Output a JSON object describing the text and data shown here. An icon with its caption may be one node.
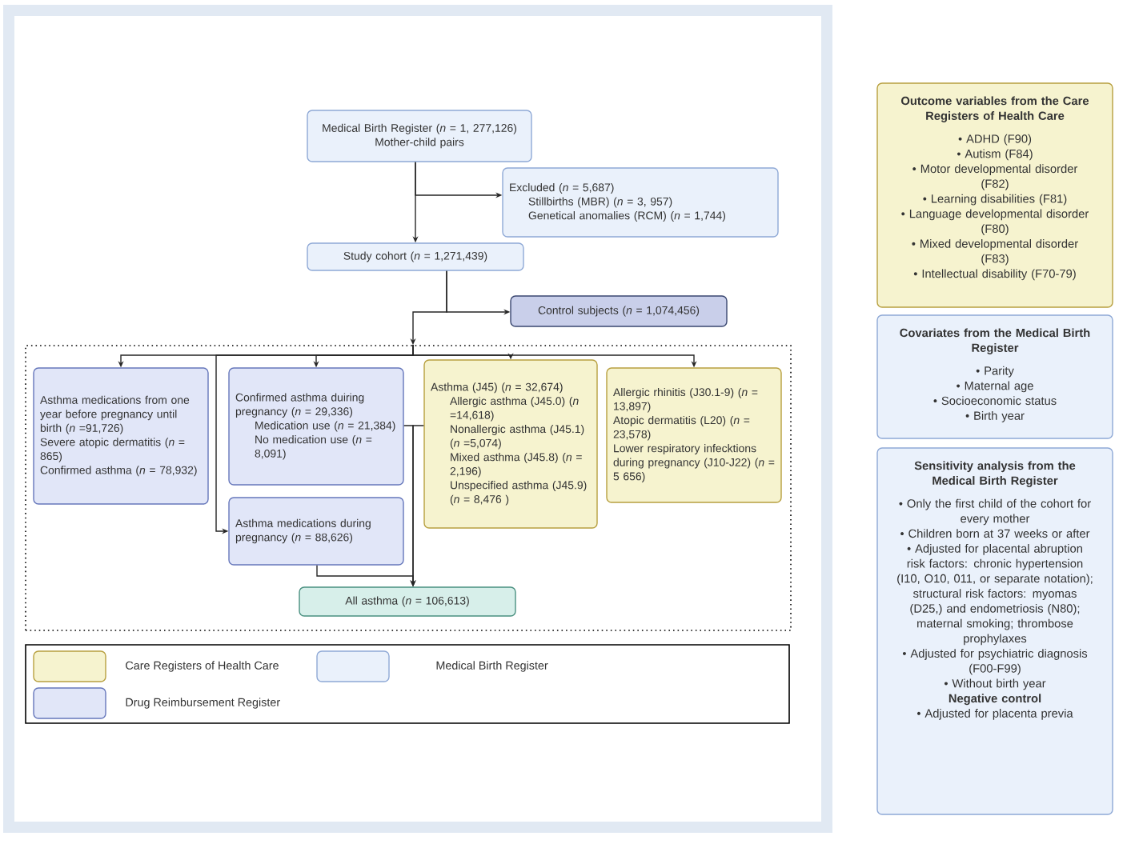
{
  "diagram": {
    "nodes": [
      {
        "text": [
          "Medical Birth Register (*n* = 1, 277,126) Mother-child pairs"
        ]
      },
      {
        "text": [
          "Excluded (*n* = 5,687)",
          "Stillbirths (MBR) (*n* = 3, 957)",
          "Genetical anomalies (RCM) (*n* = 1,744)"
        ]
      },
      {
        "text": [
          "Study cohort (*n* = 1,271,439)"
        ]
      },
      {
        "text": [
          "Control subjects (*n* = 1,074,456)"
        ]
      },
      {
        "text": [],
        "shape": "box"
      },
      {
        "text": [
          "Asthma medications from one year before pregnancy until birth (*n* =91,726)",
          "Severe atopic dermatitis (*n* = 865)",
          "Confirmed asthma (*n* = 78,932)"
        ],
        "in": 4
      },
      {
        "text": [
          "Confirmed asthma duiring pregnancy (*n* = 29,336)",
          "Medication use (*n* = 21,384)",
          "No medication use (*n* = 8,091)"
        ],
        "in": 4
      },
      {
        "text": [
          "Asthma (J45) (*n* = 32,674)",
          "Allergic asthma (J45.0) (*n* =14,618)",
          "Nonallergic asthma (J45.1) (*n* =5,074)",
          "Mixed asthma (J45.8) (*n* = 2,196)",
          "Unspecified asthma (J45.9) (*n* = 8,476 )"
        ],
        "in": 4
      },
      {
        "text": [
          "Allergic rhinitis (J30.1-9) (*n* = 13,897)",
          "Atopic dermatitis (L20) (*n* = 23,578)",
          "Lower respiratory infecktions during pregnancy (J10-J22) (*n* = 5 656)"
        ],
        "in": 4
      },
      {
        "text": [
          "Asthma medications during pregnancy (*n* = 88,626)"
        ],
        "in": 4
      },
      {
        "text": [
          "All asthma (*n* = 106,613)"
        ],
        "in": 4
      },
      {
        "text": [
          "Outcome variables from the Care Registers of Health Care",
          "• ADHD (F90)",
          "• Autism (F84)",
          "• Motor developmental disorder (F82)",
          "• Learning disabilities (F81)",
          "• Language developmental disorder (F80)",
          "• Mixed developmental disorder (F83)",
          "• Intellectual disability (F70-79)"
        ]
      },
      {
        "text": [
          "Covariates from the Medical Birth Register",
          "• Parity",
          "• Maternal age",
          "• Socioeconomic status",
          "• Birth year"
        ]
      },
      {
        "text": [
          "Sensitivity analysis from the Medical Birth Register",
          "• Only the first child of the cohort for every mother",
          "• Children born at 37 weeks or after",
          "• Adjusted for placental abruption risk factors: chronic hypertension (I10, O10, 011, or separate notation); structural risk factors: myomas (D25,) and endometriosis (N80); maternal smoking; thrombose prophylaxes",
          "• Adjusted for psychiatric diagnosis (F00-F99)",
          "• Without birth year",
          "Negative control",
          "• Adjusted for placenta previa"
        ]
      }
    ],
    "edges": [
      {
        "from": 0,
        "to": 2,
        "arrow": "to"
      },
      {
        "from": 0,
        "to": 1,
        "arrow": "to"
      },
      {
        "from": 2,
        "to": 3,
        "arrow": "to"
      },
      {
        "from": 2,
        "to": 4,
        "arrow": "to"
      },
      {
        "from": 4,
        "to": 5,
        "arrow": "to"
      },
      {
        "from": 4,
        "to": 6,
        "arrow": "to"
      },
      {
        "from": 4,
        "to": 7,
        "arrow": "to"
      },
      {
        "from": 4,
        "to": 8,
        "arrow": "to"
      },
      {
        "from": 4,
        "to": 9,
        "arrow": "to"
      },
      {
        "from": 6,
        "to": 10,
        "arrow": "to"
      },
      {
        "from": 7,
        "to": 10,
        "arrow": "to"
      },
      {
        "from": 9,
        "to": 10,
        "arrow": "to"
      }
    ],
    "legend": [
      {
        "text": "Care Registers of Health Care",
        "color": "#f6f3cf"
      },
      {
        "text": "Medical Birth Register",
        "color": "#eaf1fb"
      },
      {
        "text": "Drug Reimbursement Register",
        "color": "#e1e6f8"
      }
    ]
  }
}
